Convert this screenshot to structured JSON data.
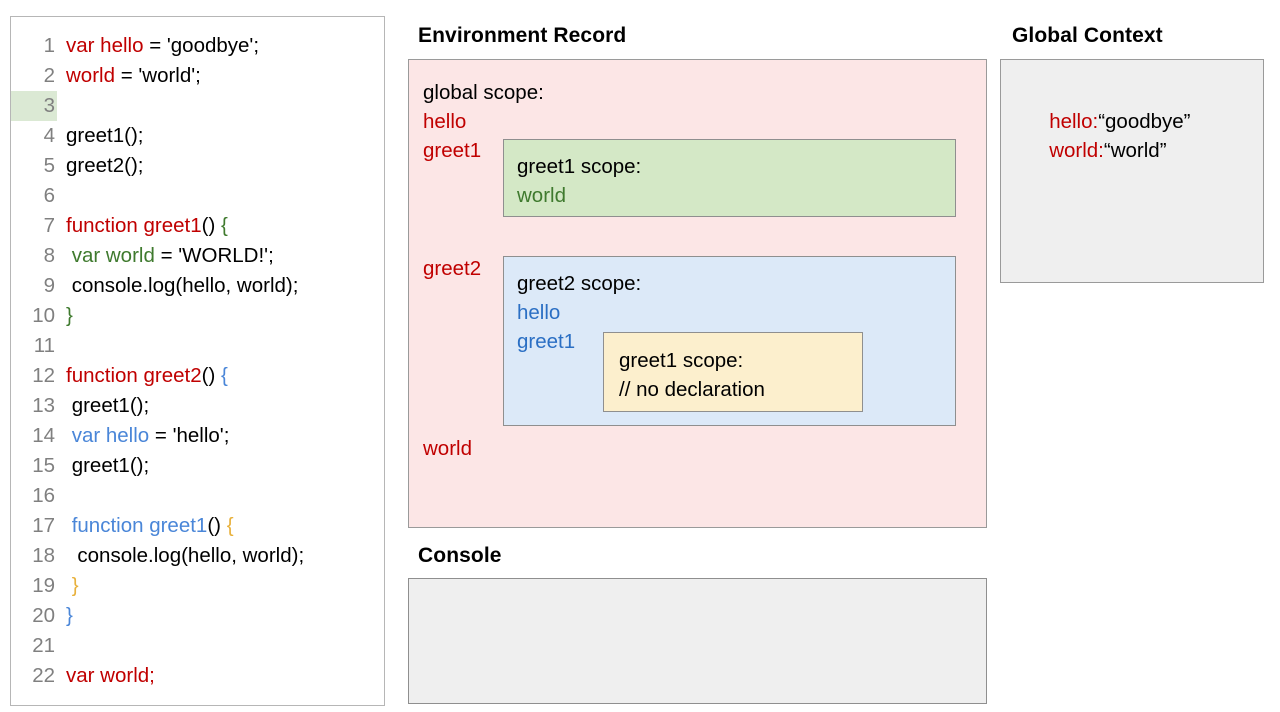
{
  "code_panel": {
    "language": "javascript",
    "highlighted_line": 3,
    "lines": [
      {
        "num": "1",
        "segments": [
          {
            "t": "var hello",
            "c": "red"
          },
          {
            "t": " = 'goodbye';",
            "c": "blk"
          }
        ]
      },
      {
        "num": "2",
        "segments": [
          {
            "t": "world",
            "c": "red"
          },
          {
            "t": " = 'world';",
            "c": "blk"
          }
        ]
      },
      {
        "num": "3",
        "segments": [
          {
            "t": "",
            "c": "blk"
          }
        ]
      },
      {
        "num": "4",
        "segments": [
          {
            "t": "greet1();",
            "c": "blk"
          }
        ]
      },
      {
        "num": "5",
        "segments": [
          {
            "t": "greet2();",
            "c": "blk"
          }
        ]
      },
      {
        "num": "6",
        "segments": [
          {
            "t": "",
            "c": "blk"
          }
        ]
      },
      {
        "num": "7",
        "segments": [
          {
            "t": "function greet1",
            "c": "red"
          },
          {
            "t": "() ",
            "c": "blk"
          },
          {
            "t": "{",
            "c": "green"
          }
        ]
      },
      {
        "num": "8",
        "segments": [
          {
            "t": " ",
            "c": "blk"
          },
          {
            "t": "var world",
            "c": "green"
          },
          {
            "t": " = 'WORLD!';",
            "c": "blk"
          }
        ]
      },
      {
        "num": "9",
        "segments": [
          {
            "t": " console.log(hello, world);",
            "c": "blk"
          }
        ]
      },
      {
        "num": "10",
        "segments": [
          {
            "t": "}",
            "c": "green"
          }
        ]
      },
      {
        "num": "11",
        "segments": [
          {
            "t": "",
            "c": "blk"
          }
        ]
      },
      {
        "num": "12",
        "segments": [
          {
            "t": "function greet2",
            "c": "red"
          },
          {
            "t": "() ",
            "c": "blk"
          },
          {
            "t": "{",
            "c": "blue"
          }
        ]
      },
      {
        "num": "13",
        "segments": [
          {
            "t": " greet1();",
            "c": "blk"
          }
        ]
      },
      {
        "num": "14",
        "segments": [
          {
            "t": " ",
            "c": "blk"
          },
          {
            "t": "var hello",
            "c": "blue"
          },
          {
            "t": " = 'hello';",
            "c": "blk"
          }
        ]
      },
      {
        "num": "15",
        "segments": [
          {
            "t": " greet1();",
            "c": "blk"
          }
        ]
      },
      {
        "num": "16",
        "segments": [
          {
            "t": "",
            "c": "blk"
          }
        ]
      },
      {
        "num": "17",
        "segments": [
          {
            "t": " ",
            "c": "blk"
          },
          {
            "t": "function greet1",
            "c": "blue"
          },
          {
            "t": "() ",
            "c": "blk"
          },
          {
            "t": "{",
            "c": "gold"
          }
        ]
      },
      {
        "num": "18",
        "segments": [
          {
            "t": "  console.log(hello, world);",
            "c": "blk"
          }
        ]
      },
      {
        "num": "19",
        "segments": [
          {
            "t": " ",
            "c": "blk"
          },
          {
            "t": "}",
            "c": "gold"
          }
        ]
      },
      {
        "num": "20",
        "segments": [
          {
            "t": "}",
            "c": "blue"
          }
        ]
      },
      {
        "num": "21",
        "segments": [
          {
            "t": "",
            "c": "blk"
          }
        ]
      },
      {
        "num": "22",
        "segments": [
          {
            "t": "var world",
            "c": "red"
          },
          {
            "t": ";",
            "c": "red"
          }
        ]
      }
    ]
  },
  "environment_record": {
    "title": "Environment Record",
    "global_scope": {
      "label": "global scope:",
      "bindings": [
        "hello",
        "greet1",
        "greet2",
        "world"
      ]
    },
    "greet1_scope": {
      "label": "greet1 scope:",
      "bindings": [
        "world"
      ]
    },
    "greet2_scope": {
      "label": "greet2 scope:",
      "bindings": [
        "hello",
        "greet1"
      ]
    },
    "inner_greet1_scope": {
      "label": "greet1 scope:",
      "note": "// no declaration"
    }
  },
  "global_context": {
    "title": "Global Context",
    "entries": [
      {
        "key": "hello:",
        "value": "“goodbye”"
      },
      {
        "key": "world:",
        "value": "“world”"
      }
    ]
  },
  "console": {
    "title": "Console",
    "output": ""
  },
  "colors": {
    "red": "#c00000",
    "green": "#3f7a2e",
    "blue": "#4a86d8",
    "gold": "#e8b13c",
    "global_scope_bg": "#fce6e6",
    "greet1_scope_bg": "#d4e8c6",
    "greet2_scope_bg": "#dce9f8",
    "inner_scope_bg": "#fcefcd",
    "panel_bg": "#efefef",
    "line_highlight_bg": "#dbe9d4"
  }
}
